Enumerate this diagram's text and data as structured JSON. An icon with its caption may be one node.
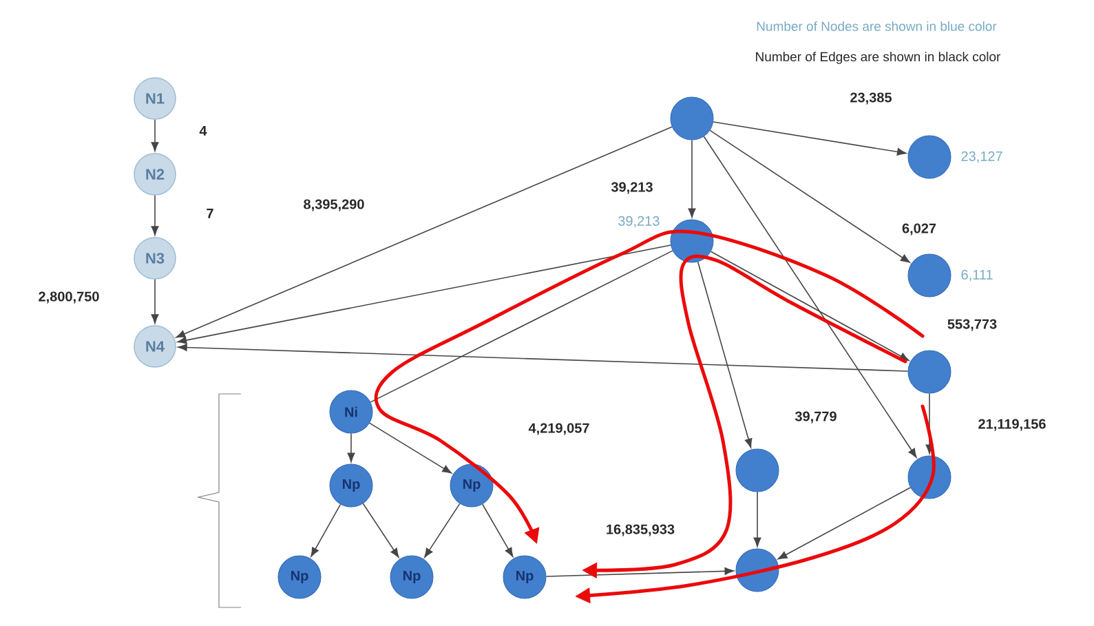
{
  "diagram": {
    "nodes": [
      {
        "text": [
          "N1"
        ]
      },
      {
        "text": [
          "N2"
        ]
      },
      {
        "text": [
          "N3"
        ]
      },
      {
        "text": [
          "N4"
        ]
      },
      {
        "text": [],
        "shape": "circle"
      },
      {
        "text": [],
        "shape": "circle",
        "beside": [
          "23,127"
        ]
      },
      {
        "text": [],
        "shape": "circle",
        "beside": [
          "39,213"
        ]
      },
      {
        "text": [],
        "shape": "circle",
        "beside": [
          "6,111"
        ]
      },
      {
        "text": [],
        "shape": "circle"
      },
      {
        "text": [
          "Ni"
        ]
      },
      {
        "text": [
          "Np"
        ]
      },
      {
        "text": [
          "Np"
        ]
      },
      {
        "text": [
          "Np"
        ]
      },
      {
        "text": [
          "Np"
        ]
      },
      {
        "text": [
          "Np"
        ]
      },
      {
        "text": [],
        "shape": "circle"
      },
      {
        "text": [],
        "shape": "circle"
      },
      {
        "text": [],
        "shape": "circle"
      }
    ],
    "edges": [
      {
        "from": 0,
        "to": 1,
        "arrow": "to",
        "label": "4"
      },
      {
        "from": 1,
        "to": 2,
        "arrow": "to",
        "label": "7"
      },
      {
        "from": 2,
        "to": 3,
        "arrow": "to",
        "label": "2,800,750"
      },
      {
        "from": 4,
        "to": 3,
        "arrow": "to"
      },
      {
        "from": 6,
        "to": 3,
        "arrow": "to"
      },
      {
        "from": 8,
        "to": 3,
        "arrow": "to"
      },
      {
        "from": 6,
        "to": 9,
        "arrow": "none"
      },
      {
        "from": 4,
        "to": 5,
        "arrow": "to",
        "label": "23,385"
      },
      {
        "from": 4,
        "to": 6,
        "arrow": "to",
        "label": "39,213"
      },
      {
        "from": 4,
        "to": 7,
        "arrow": "to",
        "label": "6,027"
      },
      {
        "from": 4,
        "to": 16,
        "arrow": "to"
      },
      {
        "from": 6,
        "to": 8,
        "arrow": "to",
        "label": "553,773"
      },
      {
        "from": 6,
        "to": 15,
        "arrow": "to",
        "label": "39,779"
      },
      {
        "from": 8,
        "to": 16,
        "arrow": "to",
        "label": "21,119,156"
      },
      {
        "from": 15,
        "to": 17,
        "arrow": "to"
      },
      {
        "from": 16,
        "to": 17,
        "arrow": "to"
      },
      {
        "from": 14,
        "to": 17,
        "arrow": "to"
      },
      {
        "from": 9,
        "to": 10,
        "arrow": "to"
      },
      {
        "from": 9,
        "to": 11,
        "arrow": "to"
      },
      {
        "from": 10,
        "to": 12,
        "arrow": "to"
      },
      {
        "from": 10,
        "to": 13,
        "arrow": "to"
      },
      {
        "from": 11,
        "to": 13,
        "arrow": "to"
      },
      {
        "from": 11,
        "to": 14,
        "arrow": "to"
      }
    ],
    "labels": [
      "Number of Nodes are shown in blue color",
      "Number of Edges are shown in black color",
      "8,395,290",
      "4,219,057",
      "16,835,933"
    ]
  }
}
